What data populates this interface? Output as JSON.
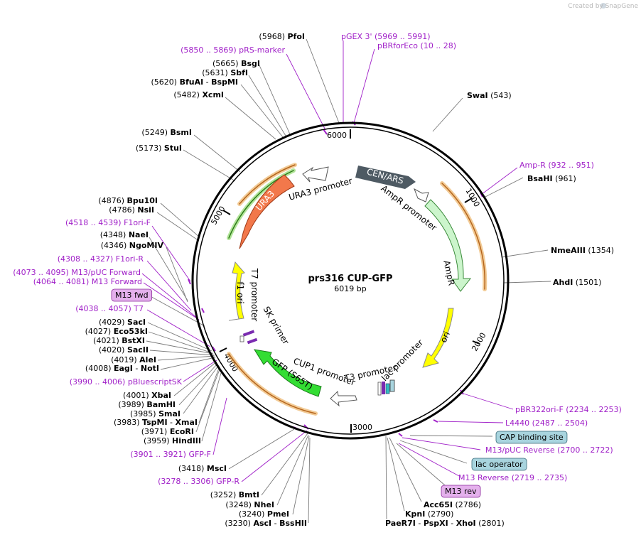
{
  "credit": "Created by SnapGene",
  "plasmid": {
    "name": "prs316 CUP-GFP",
    "size": "6019 bp"
  },
  "ticks": [
    "6000",
    "1000",
    "2000",
    "3000",
    "4000",
    "5000"
  ],
  "colors": {
    "backbone": "#000000",
    "site_line": "#7a7a7a",
    "primer": "#a020c8",
    "cen_ars": "#4e5a63",
    "promoter": "#ffffff",
    "ampr": "#ccf5cc",
    "ori": "#ffff00",
    "ura3": "#f2784b",
    "gfp": "#33dd33",
    "orange_band": "#e8a040",
    "green_band": "#66cc33",
    "feature_box_blue": "#a8d4de",
    "feature_box_violet": "#e4b0ec"
  },
  "features": {
    "cen_ars": "CEN/ARS",
    "ampr_promoter": "AmpR promoter",
    "ampr": "AmpR",
    "ori": "ori",
    "ura3": "URA3",
    "ura3_promoter": "URA3 promoter",
    "f1_ori": "f1 ori",
    "t7_promoter": "T7 promoter",
    "sk_primer": "SK primer",
    "gfp": "GFP (S65T)",
    "cup1_promoter": "CUP1 promoter",
    "t3_promoter": "T3 promoter",
    "lac_promoter": "lac promoter"
  },
  "labels": [
    {
      "pos": "(5968)",
      "name": "PfoI",
      "kind": "site"
    },
    {
      "name": "pGEX 3'",
      "range": "(5969 .. 5991)",
      "kind": "primer"
    },
    {
      "name": "pBRforEco",
      "range": "(10 .. 28)",
      "kind": "primer"
    },
    {
      "range": "(5850 .. 5869)",
      "name": "pRS-marker",
      "kind": "primer"
    },
    {
      "pos": "(5665)",
      "name": "BsgI",
      "kind": "site"
    },
    {
      "pos": "(5631)",
      "name": "SbfI",
      "kind": "site"
    },
    {
      "pos": "(5620)",
      "name": "BfuAI",
      "name2": "BspMI",
      "kind": "site"
    },
    {
      "pos": "(5482)",
      "name": "XcmI",
      "kind": "site"
    },
    {
      "name": "SwaI",
      "pos": "(543)",
      "kind": "site"
    },
    {
      "pos": "(5249)",
      "name": "BsmI",
      "kind": "site"
    },
    {
      "pos": "(5173)",
      "name": "StuI",
      "kind": "site"
    },
    {
      "name": "Amp-R",
      "range": "(932 .. 951)",
      "kind": "primer"
    },
    {
      "name": "BsaHI",
      "pos": "(961)",
      "kind": "site"
    },
    {
      "pos": "(4876)",
      "name": "Bpu10I",
      "kind": "site"
    },
    {
      "pos": "(4786)",
      "name": "NsiI",
      "kind": "site"
    },
    {
      "range": "(4518 .. 4539)",
      "name": "F1ori-F",
      "kind": "primer"
    },
    {
      "pos": "(4348)",
      "name": "NaeI",
      "kind": "site"
    },
    {
      "pos": "(4346)",
      "name": "NgoMIV",
      "kind": "site"
    },
    {
      "name": "NmeAIII",
      "pos": "(1354)",
      "kind": "site"
    },
    {
      "range": "(4308 .. 4327)",
      "name": "F1ori-R",
      "kind": "primer"
    },
    {
      "range": "(4073 .. 4095)",
      "name": "M13/pUC Forward",
      "kind": "primer"
    },
    {
      "range": "(4064 .. 4081)",
      "name": "M13 Forward",
      "kind": "primer"
    },
    {
      "name": "AhdI",
      "pos": "(1501)",
      "kind": "site"
    },
    {
      "name": "M13 fwd",
      "kind": "box-violet"
    },
    {
      "range": "(4038 .. 4057)",
      "name": "T7",
      "kind": "primer"
    },
    {
      "pos": "(4029)",
      "name": "SacI",
      "kind": "site"
    },
    {
      "pos": "(4027)",
      "name": "Eco53kI",
      "kind": "site"
    },
    {
      "pos": "(4021)",
      "name": "BstXI",
      "kind": "site"
    },
    {
      "pos": "(4020)",
      "name": "SacII",
      "kind": "site"
    },
    {
      "pos": "(4019)",
      "name": "AleI",
      "kind": "site"
    },
    {
      "pos": "(4008)",
      "name": "EagI",
      "name2": "NotI",
      "kind": "site"
    },
    {
      "range": "(3990 .. 4006)",
      "name": "pBluescriptSK",
      "kind": "primer"
    },
    {
      "pos": "(4001)",
      "name": "XbaI",
      "kind": "site"
    },
    {
      "pos": "(3989)",
      "name": "BamHI",
      "kind": "site"
    },
    {
      "pos": "(3985)",
      "name": "SmaI",
      "kind": "site"
    },
    {
      "pos": "(3983)",
      "name": "TspMI",
      "name2": "XmaI",
      "kind": "site"
    },
    {
      "pos": "(3971)",
      "name": "EcoRI",
      "kind": "site"
    },
    {
      "pos": "(3959)",
      "name": "HindIII",
      "kind": "site"
    },
    {
      "range": "(3901 .. 3921)",
      "name": "GFP-F",
      "kind": "primer"
    },
    {
      "pos": "(3418)",
      "name": "MscI",
      "kind": "site"
    },
    {
      "range": "(3278 .. 3306)",
      "name": "GFP-R",
      "kind": "primer"
    },
    {
      "pos": "(3252)",
      "name": "BmtI",
      "kind": "site"
    },
    {
      "pos": "(3248)",
      "name": "NheI",
      "kind": "site"
    },
    {
      "pos": "(3240)",
      "name": "PmeI",
      "kind": "site"
    },
    {
      "pos": "(3230)",
      "name": "AscI",
      "name2": "BssHII",
      "kind": "site"
    },
    {
      "name": "pBR322ori-F",
      "range": "(2234 .. 2253)",
      "kind": "primer"
    },
    {
      "name": "L4440",
      "range": "(2487 .. 2504)",
      "kind": "primer"
    },
    {
      "name": "CAP binding site",
      "kind": "box-blue"
    },
    {
      "name": "M13/pUC Reverse",
      "range": "(2700 .. 2722)",
      "kind": "primer"
    },
    {
      "name": "lac operator",
      "kind": "box-blue"
    },
    {
      "name": "M13 Reverse",
      "range": "(2719 .. 2735)",
      "kind": "primer"
    },
    {
      "name": "M13 rev",
      "kind": "box-violet"
    },
    {
      "name": "Acc65I",
      "pos": "(2786)",
      "kind": "site"
    },
    {
      "name": "KpnI",
      "pos": "(2790)",
      "kind": "site"
    },
    {
      "name": "PaeR7I",
      "name2": "PspXI",
      "name3": "XhoI",
      "pos": "(2801)",
      "kind": "site"
    }
  ]
}
